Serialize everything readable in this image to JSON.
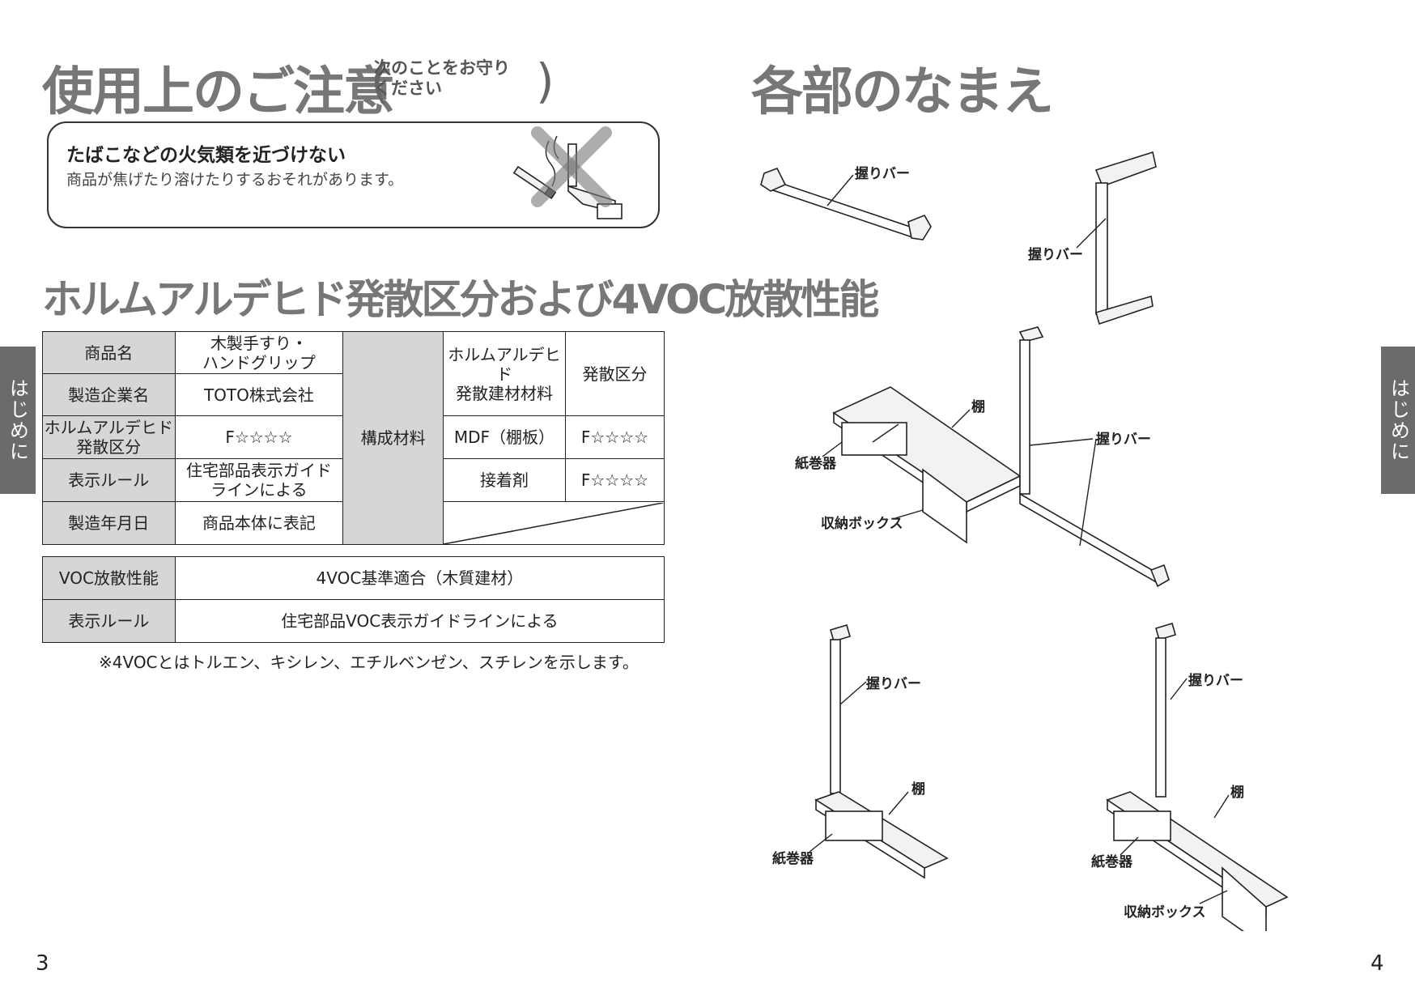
{
  "left_page": {
    "title_caution": "使用上のご注意",
    "title_caution_sub_line1": "次のことをお守り",
    "title_caution_sub_line2": "ください",
    "caution_heading": "たばこなどの火気類を近づけない",
    "caution_body": "商品が焦げたり溶けたりするおそれがあります。",
    "title_formaldehyde": "ホルムアルデヒド発散区分および4VOC放散性能",
    "table1": {
      "product_name_label": "商品名",
      "product_name_value_line1": "木製手すり・",
      "product_name_value_line2": "ハンドグリップ",
      "maker_label": "製造企業名",
      "maker_value": "TOTO株式会社",
      "formal_class_label_line1": "ホルムアルデヒド",
      "formal_class_label_line2": "発散区分",
      "formal_class_value": "F☆☆☆☆",
      "display_rule_label": "表示ルール",
      "display_rule_value_line1": "住宅部品表示ガイド",
      "display_rule_value_line2": "ラインによる",
      "date_label": "製造年月日",
      "date_value": "商品本体に表記",
      "composition_label": "構成材料",
      "material_header_line1": "ホルムアルデヒド",
      "material_header_line2": "発散建材材料",
      "class_header": "発散区分",
      "material_1": "MDF（棚板）",
      "material_1_class": "F☆☆☆☆",
      "material_2": "接着剤",
      "material_2_class": "F☆☆☆☆"
    },
    "table2": {
      "voc_label": "VOC放散性能",
      "voc_value": "4VOC基準適合（木質建材）",
      "rule_label": "表示ルール",
      "rule_value": "住宅部品VOC表示ガイドラインによる"
    },
    "footnote": "※4VOCとはトルエン、キシレン、エチルベンゼン、スチレンを示します。",
    "side_tab": "はじめに",
    "page_number": "3"
  },
  "right_page": {
    "title_parts": "各部のなまえ",
    "labels": {
      "grip_bar": "握りバー",
      "shelf": "棚",
      "paper_holder": "紙巻器",
      "storage_box": "収納ボックス"
    },
    "side_tab": "はじめに",
    "page_number": "4"
  }
}
